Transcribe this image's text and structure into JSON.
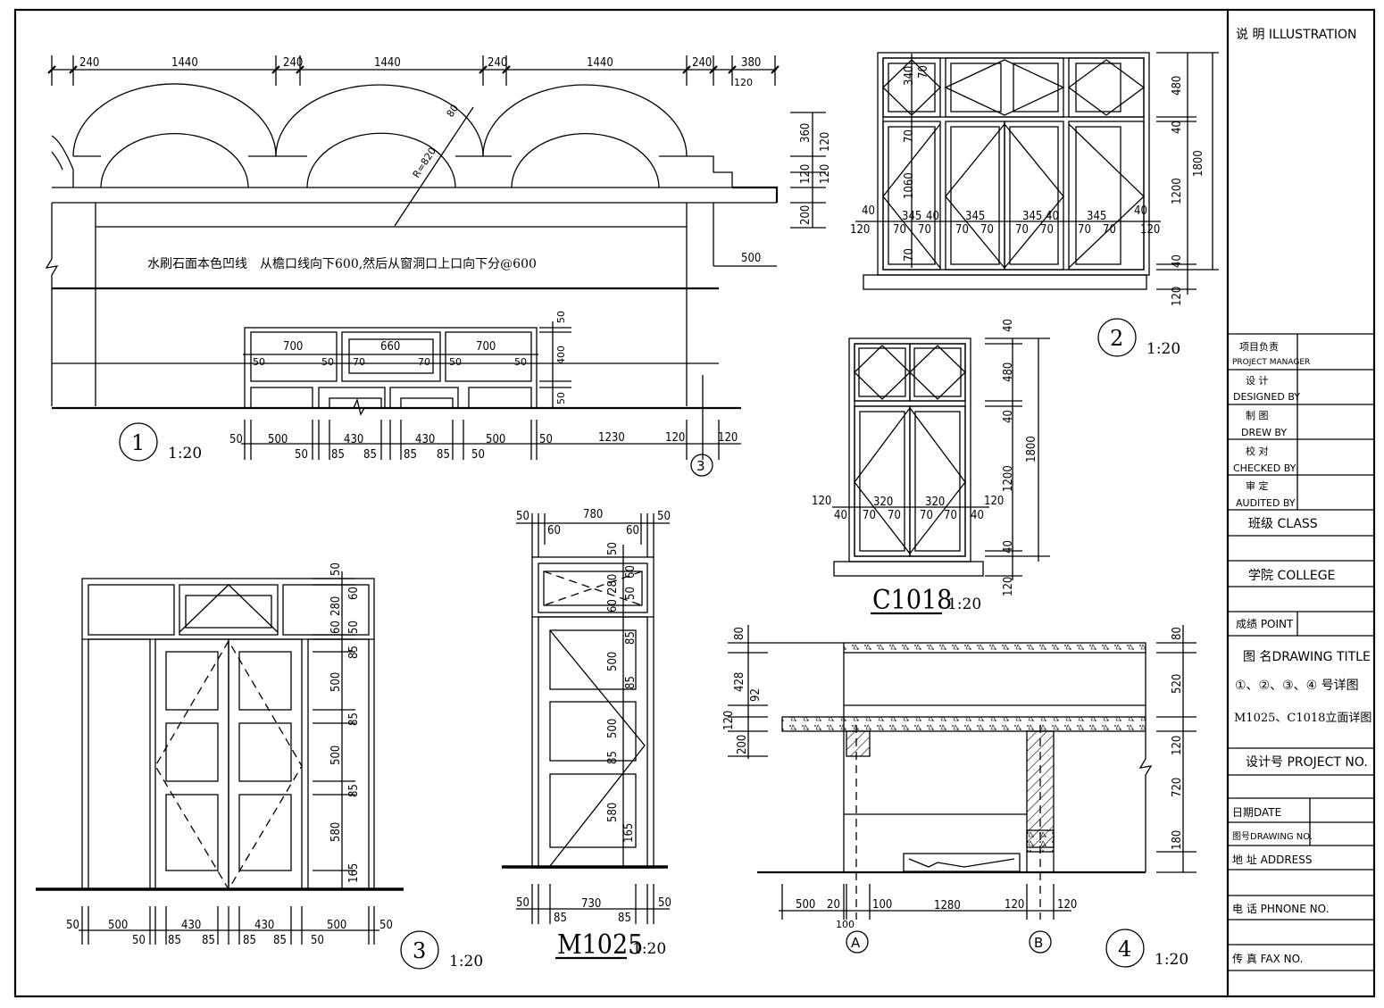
{
  "title_block": {
    "illustration": "说 明 ILLUSTRATION",
    "project_manager_cn": "项目负责",
    "project_manager_en": "PROJECT MANAGER",
    "designed_cn": "设 计",
    "designed_en": "DESIGNED BY",
    "drew_cn": "制 图",
    "drew_en": "DREW BY",
    "checked_cn": "校 对",
    "checked_en": "CHECKED BY",
    "audited_cn": "审 定",
    "audited_en": "AUDITED BY",
    "class": "班级 CLASS",
    "college": "学院 COLLEGE",
    "point": "成绩 POINT",
    "drawing_title": "图 名DRAWING TITLE",
    "drawing_title_line1": "①、②、③、④ 号详图",
    "drawing_title_line2": "M1025、C1018立面详图",
    "project_no": "设计号 PROJECT NO.",
    "date": "日期DATE",
    "drawing_no": "图号DRAWING NO.",
    "address": "地 址 ADDRESS",
    "phone": "电 话 PHNONE NO.",
    "fax": "传 真 FAX NO."
  },
  "detail1": {
    "number": "1",
    "scale": "1:20",
    "note": "水刷石面本色凹线　从檐口线向下600,然后从窗洞口上口向下分@600",
    "top_dims": [
      "240",
      "1440",
      "240",
      "1440",
      "240",
      "1440",
      "240",
      "380"
    ],
    "top_sub": "120",
    "radius": "R=820",
    "arc_w": "80",
    "right_dims": [
      "360",
      "120",
      "120",
      "120",
      "200",
      "500"
    ],
    "win_dims": [
      "700",
      "660",
      "700"
    ],
    "win_sub": [
      "50",
      "50",
      "70",
      "70",
      "50",
      "50"
    ],
    "win_v": [
      "50",
      "400",
      "50"
    ],
    "bottom_dims": [
      "50",
      "500",
      "430",
      "430",
      "500",
      "50",
      "1230",
      "120",
      "120"
    ],
    "bottom_sub": [
      "50",
      "85",
      "85",
      "85",
      "85",
      "50"
    ],
    "axis": "3"
  },
  "detail2": {
    "number": "2",
    "scale": "1:20",
    "top_v": [
      "340",
      "70",
      "70",
      "1060",
      "70"
    ],
    "h_dims": [
      "40",
      "345",
      "40",
      "345",
      "345",
      "40",
      "345",
      "40"
    ],
    "h_sub": [
      "120",
      "70",
      "70",
      "70",
      "70",
      "70",
      "70",
      "70",
      "70",
      "120"
    ],
    "right_v": [
      "480",
      "40",
      "1200",
      "40",
      "120"
    ],
    "total": "1800"
  },
  "c1018": {
    "label": "C1018",
    "scale": "1:20",
    "right_v": [
      "40",
      "480",
      "40",
      "1200",
      "40",
      "120"
    ],
    "total": "1800",
    "h_dims": [
      "120",
      "320",
      "320",
      "120"
    ],
    "h_sub": [
      "40",
      "70",
      "70",
      "70",
      "70",
      "40"
    ]
  },
  "detail3": {
    "number": "3",
    "scale": "1:20",
    "right_v": [
      "50",
      "60",
      "280",
      "60",
      "50",
      "85",
      "500",
      "85",
      "500",
      "85",
      "580",
      "165"
    ],
    "bottom_dims": [
      "50",
      "500",
      "430",
      "430",
      "500",
      "50"
    ],
    "bottom_sub": [
      "50",
      "85",
      "85",
      "85",
      "85",
      "50"
    ]
  },
  "m1025": {
    "label": "M1025",
    "scale": "1:20",
    "top_dims": [
      "50",
      "780",
      "50"
    ],
    "top_sub": [
      "60",
      "60"
    ],
    "v_dims": [
      "50",
      "60",
      "280",
      "60",
      "50",
      "85",
      "500",
      "85",
      "500",
      "85",
      "580",
      "165"
    ],
    "bottom_dims": [
      "50",
      "730",
      "50"
    ],
    "bottom_sub": [
      "85",
      "85"
    ]
  },
  "detail4": {
    "number": "4",
    "scale": "1:20",
    "left_v": [
      "80",
      "428",
      "92",
      "120",
      "200"
    ],
    "right_v": [
      "80",
      "520",
      "120",
      "720",
      "180"
    ],
    "bottom_dims": [
      "500",
      "20",
      "100",
      "1280",
      "120",
      "120"
    ],
    "bottom_sub": "100",
    "axis_a": "A",
    "axis_b": "B"
  }
}
